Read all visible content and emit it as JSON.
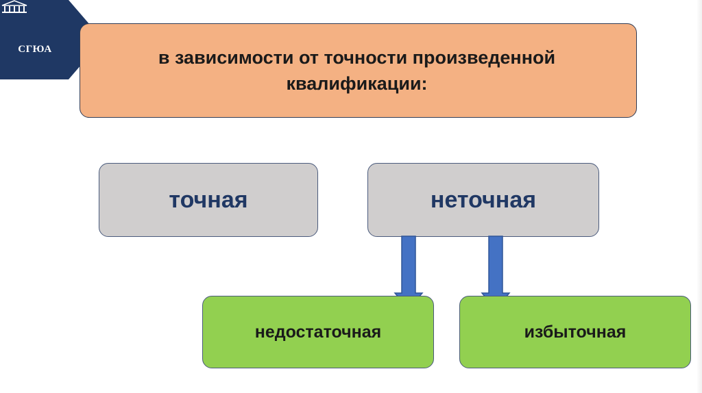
{
  "logo": {
    "text": "СГЮА"
  },
  "header": {
    "line1": "в зависимости от точности произведенной",
    "line2": "квалификации:"
  },
  "categories": {
    "exact": "точная",
    "inexact": "неточная"
  },
  "subcategories": {
    "insufficient": "недостаточная",
    "excessive": "избыточная"
  },
  "colors": {
    "header_fill": "#f4b183",
    "category_fill": "#d0cece",
    "category_text": "#203864",
    "subcategory_fill": "#92d050",
    "arrow_fill": "#4472c4",
    "logo_fill": "#1f3864"
  }
}
